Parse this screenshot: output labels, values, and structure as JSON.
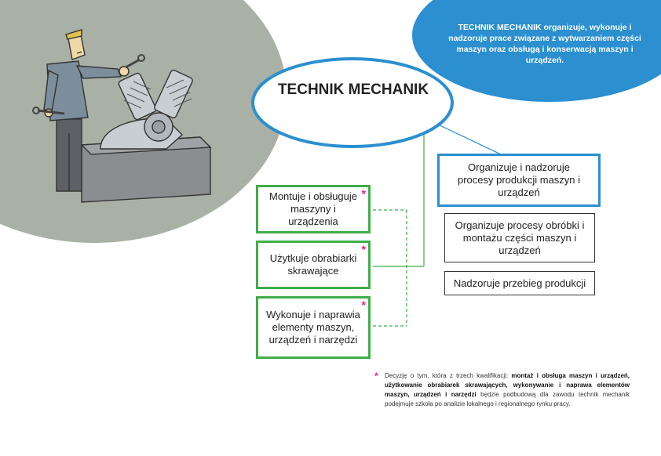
{
  "title": "TECHNIK MECHANIK",
  "description": "TECHNIK MECHANIK organizuje, wykonuje i nadzoruje prace związane z wytwarzaniem części maszyn oraz obsługą i konserwacją maszyn i urządzeń.",
  "qualifications": [
    {
      "label": "Montuje i obsługuje maszyny i urządzenia",
      "marker": "*"
    },
    {
      "label": "Użytkuje obrabiarki skrawające",
      "marker": "*"
    },
    {
      "label": "Wykonuje i naprawia elementy maszyn, urządzeń i narzędzi",
      "marker": "*"
    }
  ],
  "main_task": "Organizuje i nadzoruje procesy produkcji maszyn i urządzeń",
  "sub_tasks": [
    "Organizuje procesy obróbki i montażu części maszyn i urządzeń",
    "Nadzoruje przebieg produkcji"
  ],
  "footnote": {
    "marker": "*",
    "intro": "Decyzję o tym, która z trzech kwalifikacji: ",
    "bold": "montaż i obsługa maszyn i urządzeń, użytkowanie obrabiarek skrawających, wykonywanie i naprawa elementów maszyn, urządzeń i narzędzi",
    "outro": " będzie podbudową dla zawodu technik mechanik podejmuje szkoła po analizie lokalnego i regionalnego rynku pracy."
  },
  "colors": {
    "green": "#3fae49",
    "blue": "#2b8fd0",
    "grey_blob": "#a9b0a6",
    "marker": "#e0218a"
  },
  "illustration": "mechanic-with-wrenches-and-engine-icon"
}
